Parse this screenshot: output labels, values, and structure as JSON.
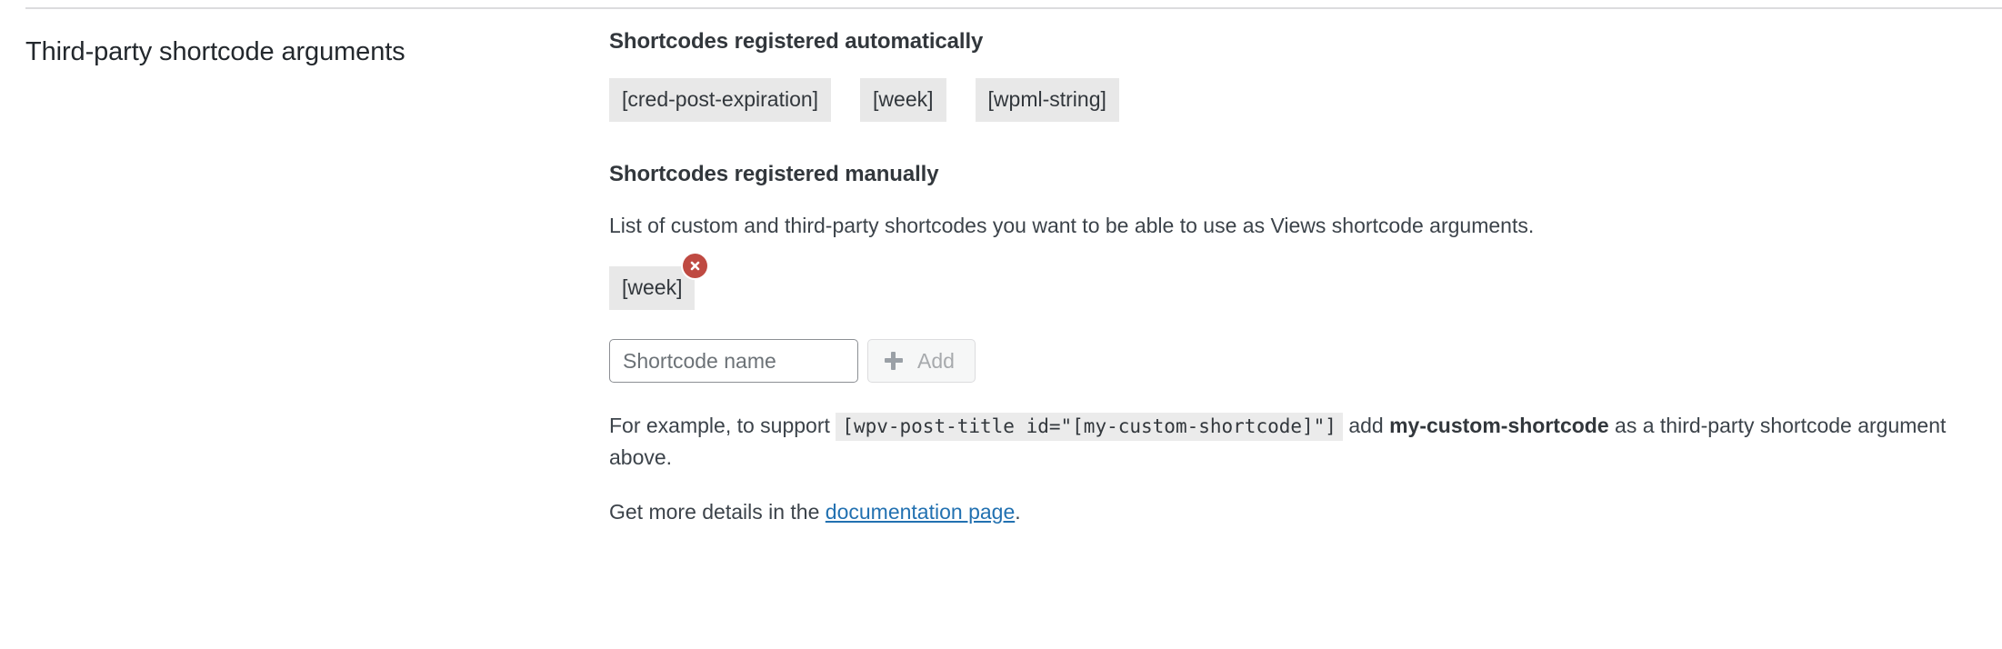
{
  "section": {
    "title": "Third-party shortcode arguments"
  },
  "automatic": {
    "heading": "Shortcodes registered automatically",
    "tags": [
      {
        "label": "[cred-post-expiration]"
      },
      {
        "label": "[week]"
      },
      {
        "label": "[wpml-string]"
      }
    ]
  },
  "manual": {
    "heading": "Shortcodes registered manually",
    "description": "List of custom and third-party shortcodes you want to be able to use as Views shortcode arguments.",
    "tags": [
      {
        "label": "[week]",
        "remove_title": "Remove"
      }
    ],
    "input": {
      "placeholder": "Shortcode name",
      "value": ""
    },
    "add_button": {
      "label": "Add",
      "icon": "plus-icon",
      "disabled": true
    },
    "example": {
      "prefix": "For example, to support",
      "code": "[wpv-post-title id=\"[my-custom-shortcode]\"]",
      "middle": "add",
      "bold": "my-custom-shortcode",
      "suffix": "as a third-party shortcode argument above."
    },
    "docs": {
      "prefix": "Get more details in the",
      "link_label": "documentation page",
      "suffix": "."
    }
  },
  "colors": {
    "link": "#2271b1",
    "tag_background": "#e8e8e8",
    "delete_badge": "#bf4a42",
    "divider": "#dcdcde",
    "text": "#32373c"
  }
}
